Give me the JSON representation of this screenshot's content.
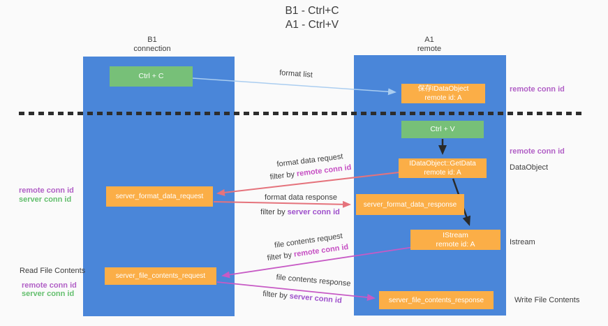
{
  "title": {
    "line1": "B1 - Ctrl+C",
    "line2": "A1 - Ctrl+V"
  },
  "headers": {
    "left": {
      "line1": "B1",
      "line2": "connection"
    },
    "right": {
      "line1": "A1",
      "line2": "remote"
    }
  },
  "boxes": {
    "ctrl_c": {
      "label": "Ctrl + C"
    },
    "store_idataobject": {
      "line1": "保存IDataObject",
      "line2": "remote id: A"
    },
    "ctrl_v": {
      "label": "Ctrl + V"
    },
    "getdata": {
      "line1": "IDataObject::GetData",
      "line2": "remote id: A"
    },
    "format_request": {
      "label": "server_format_data_request"
    },
    "format_response": {
      "label": "server_format_data_response"
    },
    "istream": {
      "line1": "IStream",
      "line2": "remote id: A"
    },
    "file_request": {
      "label": "server_file_contents_request"
    },
    "file_response": {
      "label": "server_file_contents_response"
    }
  },
  "arrow_labels": {
    "format_list": "format list",
    "format_data_request": "format data request",
    "format_data_response": "format data response",
    "file_contents_request": "file contents request",
    "file_contents_response": "file contents response",
    "filter_by": "filter by",
    "remote_conn_id": "remote conn id",
    "server_conn_id": "server conn id"
  },
  "side_labels": {
    "remote_conn_id": "remote conn id",
    "server_conn_id": "server conn id",
    "dataobject": "DataObject",
    "istream": "Istream",
    "read_file_contents": "Read File Contents",
    "write_file_contents": "Write File Contents"
  },
  "colors": {
    "lane_blue": "#4a86d9",
    "box_orange": "#fbae47",
    "box_green": "#77c078",
    "purple_text": "#b160c6",
    "green_text": "#64bf6e",
    "magenta_text": "#c64fc3",
    "violet_text": "#9e50cb",
    "salmon_arrow": "#e5737c",
    "magenta_arrow": "#c75ac5",
    "lightblue_arrow": "#aacdf0",
    "black_arrow": "#2a2a2a"
  }
}
